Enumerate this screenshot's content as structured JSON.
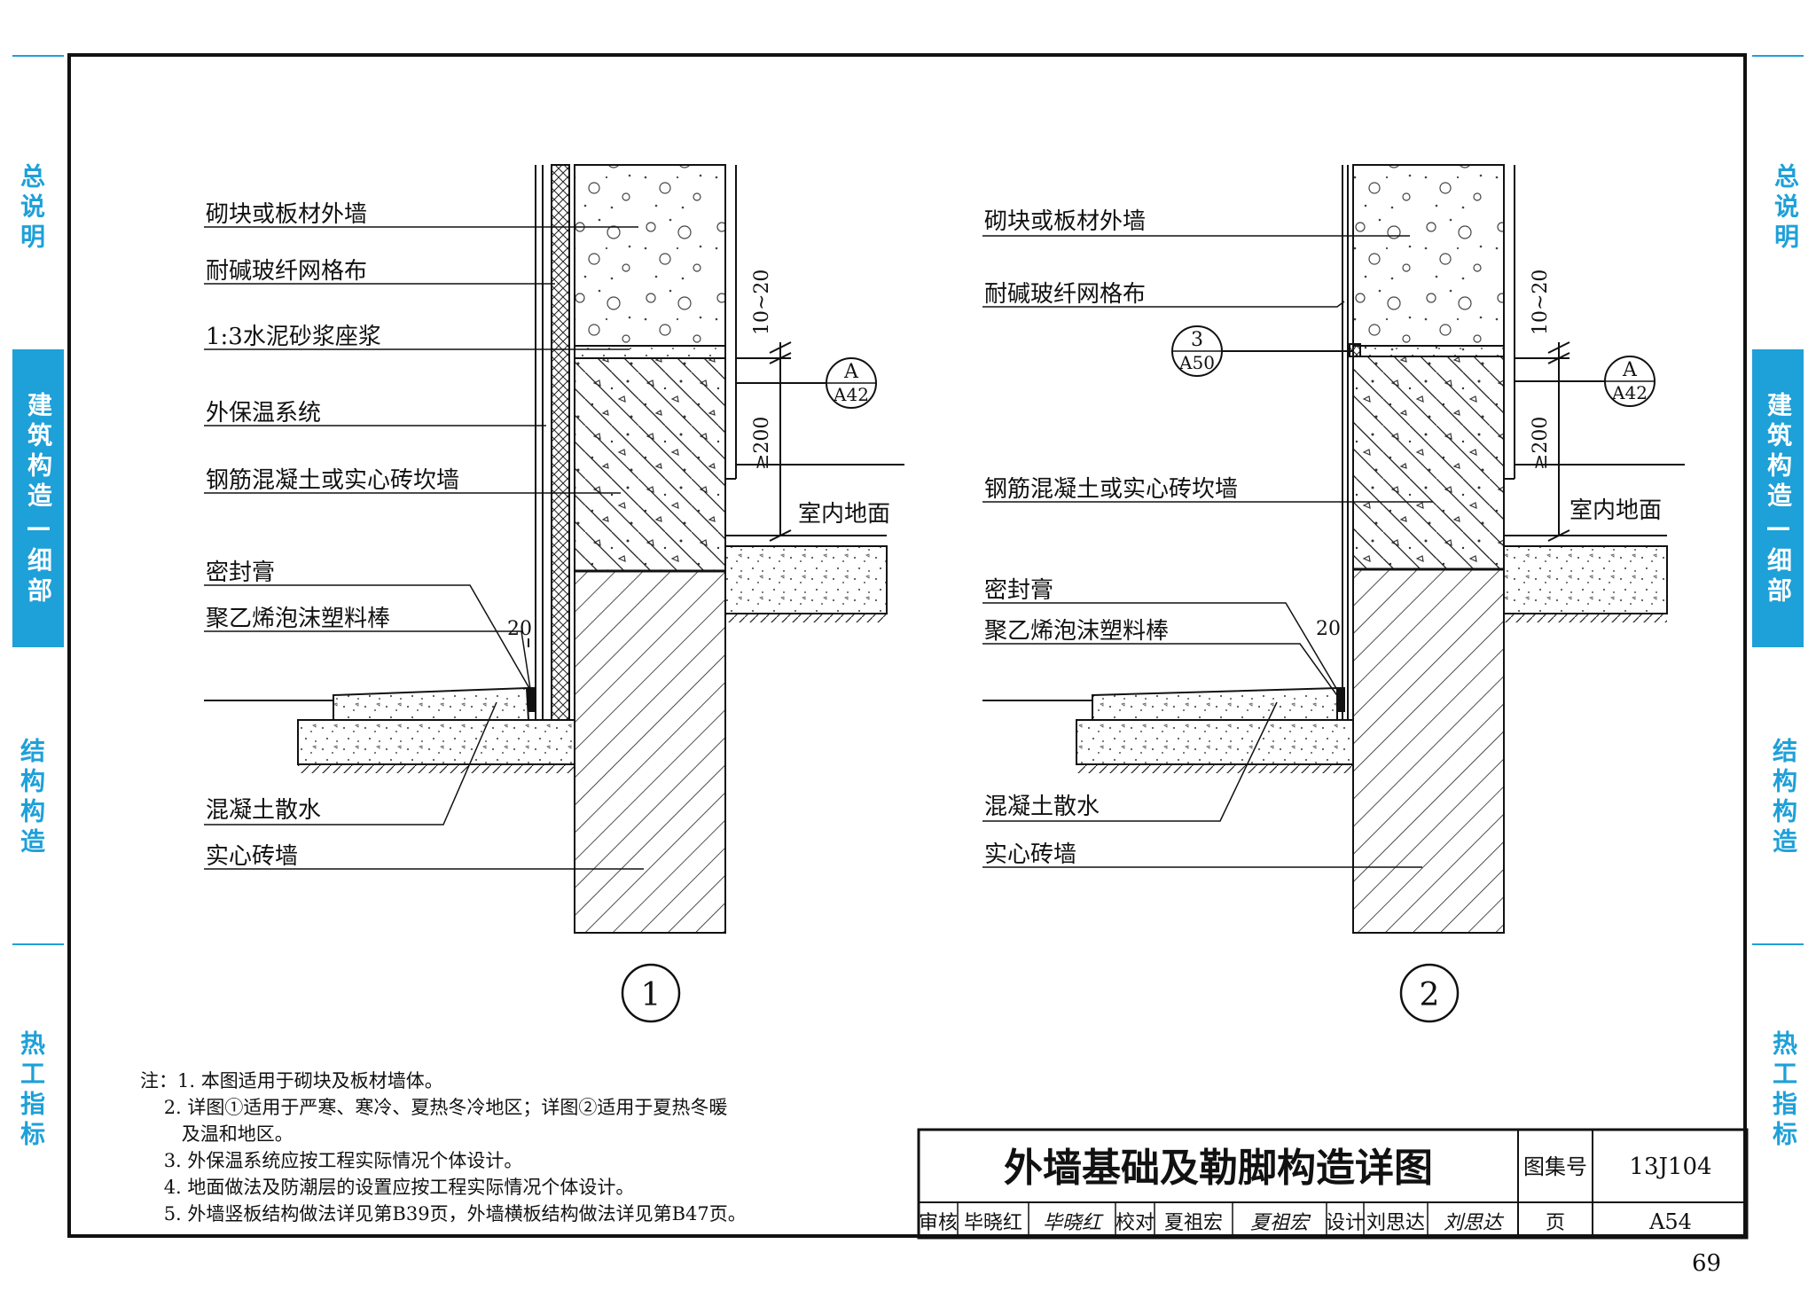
{
  "sidebar_left": [
    {
      "label": "总说明",
      "active": false
    },
    {
      "label": "建筑构造—细部",
      "active": true
    },
    {
      "label": "结构构造",
      "active": false
    },
    {
      "label": "热工指标",
      "active": false
    }
  ],
  "sidebar_right": [
    {
      "label": "总说明",
      "active": false
    },
    {
      "label": "建筑构造—细部",
      "active": true
    },
    {
      "label": "结构构造",
      "active": false
    },
    {
      "label": "热工指标",
      "active": false
    }
  ],
  "accent_color": "#1ea0d8",
  "detail1": {
    "labels": {
      "wall": "砌块或板材外墙",
      "mesh": "耐碱玻纤网格布",
      "mortar": "1:3水泥砂浆座浆",
      "insulation": "外保温系统",
      "concrete": "钢筋混凝土或实心砖坎墙",
      "sealant": "密封膏",
      "rod": "聚乙烯泡沫塑料棒",
      "apron": "混凝土散水",
      "brick": "实心砖墙",
      "floor": "室内地面"
    },
    "dims": {
      "top": "10~20",
      "mid": "≥200",
      "gap": "20"
    },
    "ref": {
      "top": "A",
      "bottom": "A42"
    },
    "number": "1"
  },
  "detail2": {
    "labels": {
      "wall": "砌块或板材外墙",
      "mesh": "耐碱玻纤网格布",
      "concrete": "钢筋混凝土或实心砖坎墙",
      "sealant": "密封膏",
      "rod": "聚乙烯泡沫塑料棒",
      "apron": "混凝土散水",
      "brick": "实心砖墙",
      "floor": "室内地面"
    },
    "dims": {
      "top": "10~20",
      "mid": "≥200",
      "gap": "20"
    },
    "ref": {
      "top": "A",
      "bottom": "A42"
    },
    "ref2": {
      "top": "3",
      "bottom": "A50"
    },
    "number": "2"
  },
  "notes": [
    "注：1. 本图适用于砌块及板材墙体。",
    "    2. 详图①适用于严寒、寒冷、夏热冬冷地区；详图②适用于夏热冬暖",
    "       及温和地区。",
    "    3. 外保温系统应按工程实际情况个体设计。",
    "    4. 地面做法及防潮层的设置应按工程实际情况个体设计。",
    "    5. 外墙竖板结构做法详见第B39页，外墙横板结构做法详见第B47页。"
  ],
  "title_block": {
    "title": "外墙基础及勒脚构造详图",
    "atlas_label": "图集号",
    "atlas_no": "13J104",
    "review_label": "审核",
    "reviewer": "毕晓红",
    "reviewer_sig": "毕晓红",
    "check_label": "校对",
    "checker": "夏祖宏",
    "checker_sig": "夏祖宏",
    "design_label": "设计",
    "designer": "刘思达",
    "designer_sig": "刘思达",
    "page_label": "页",
    "page_no": "A54"
  },
  "page_number": "69"
}
